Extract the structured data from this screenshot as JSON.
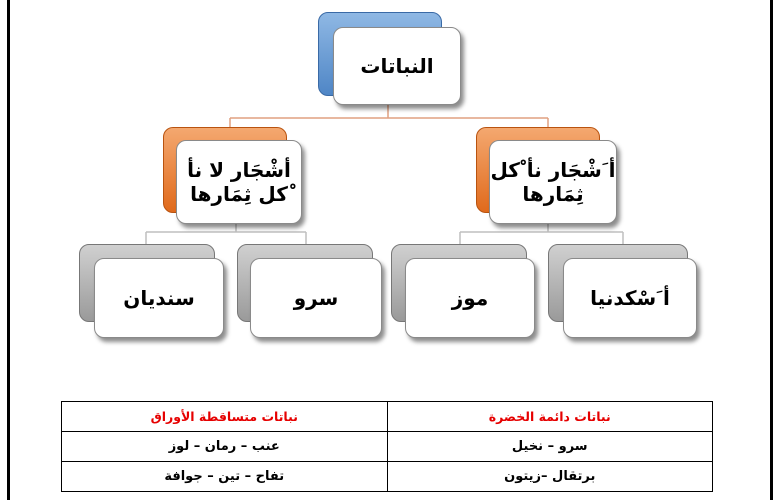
{
  "diagram": {
    "root": {
      "label": "النباتات"
    },
    "branches": [
      {
        "label": "أ َشْجَار نأ ْكل ثِمَارها",
        "children": [
          {
            "label": "أ َسْكدنيا"
          },
          {
            "label": "موز"
          }
        ]
      },
      {
        "label": "أشْجَار لا نأ ْكل ثِمَارها",
        "children": [
          {
            "label": "سرو"
          },
          {
            "label": "سنديان"
          }
        ]
      }
    ]
  },
  "table": {
    "headers": [
      "نباتات دائمة الخضرة",
      "نباتات متساقطة الأوراق"
    ],
    "rows": [
      [
        "سرو – نخيل",
        "عنب   – رمان – لوز"
      ],
      [
        "برتقال –زيتون",
        "تفاح – تين – جوافة"
      ]
    ]
  },
  "colors": {
    "root_accent": "#4f86c6",
    "branch_accent": "#e06a1c",
    "leaf_accent": "#9a9a9a",
    "connector": "#e0a080",
    "table_header": "#e60000"
  }
}
